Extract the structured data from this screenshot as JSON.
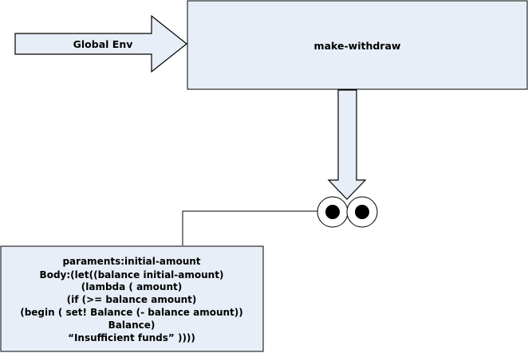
{
  "global_env": {
    "label": "Global Env"
  },
  "frame": {
    "label": "make-withdraw"
  },
  "procedure": {
    "lines": [
      "paraments:initial-amount",
      "Body:(let((balance initial-amount)",
      "(lambda ( amount)",
      "(if (>= balance amount)",
      "(begin ( set! Balance (- balance amount))",
      "Balance)",
      "“Insufficient funds” ))))"
    ]
  },
  "colors": {
    "box_fill": "#e8eef7",
    "arrow_fill": "#e8eef7",
    "stroke": "#000000"
  }
}
